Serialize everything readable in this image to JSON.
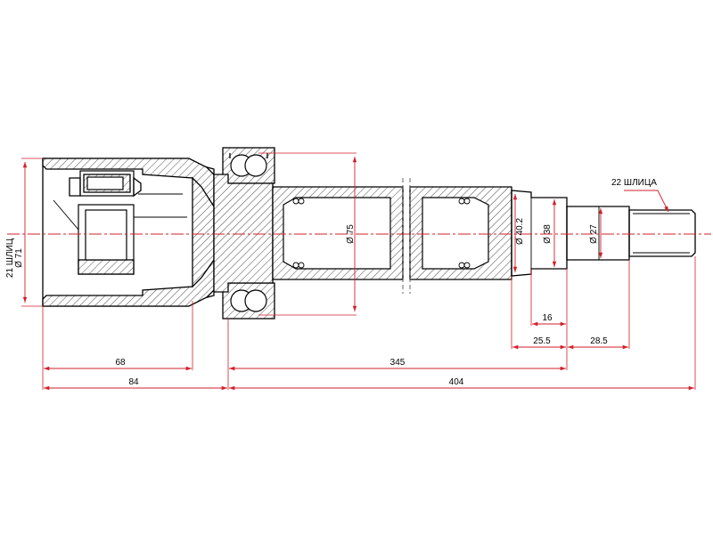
{
  "dimensions": {
    "splines_left": "21 ШЛИЦ",
    "dia_outer_cup": "Ø 71",
    "dia_bearing": "Ø 75",
    "dia_shoulder": "Ø 40.2",
    "dia_seat": "Ø 38",
    "dia_stub": "Ø 27",
    "splines_right": "22 ШЛИЦА",
    "len_cup": "68",
    "len_cup_total": "84",
    "len_shaft": "345",
    "len_total": "404",
    "len_seat": "16",
    "len_step": "25.5",
    "len_stub": "28.5"
  },
  "colors": {
    "line": "#000000",
    "dimension": "#d21f2b",
    "background": "#ffffff"
  }
}
